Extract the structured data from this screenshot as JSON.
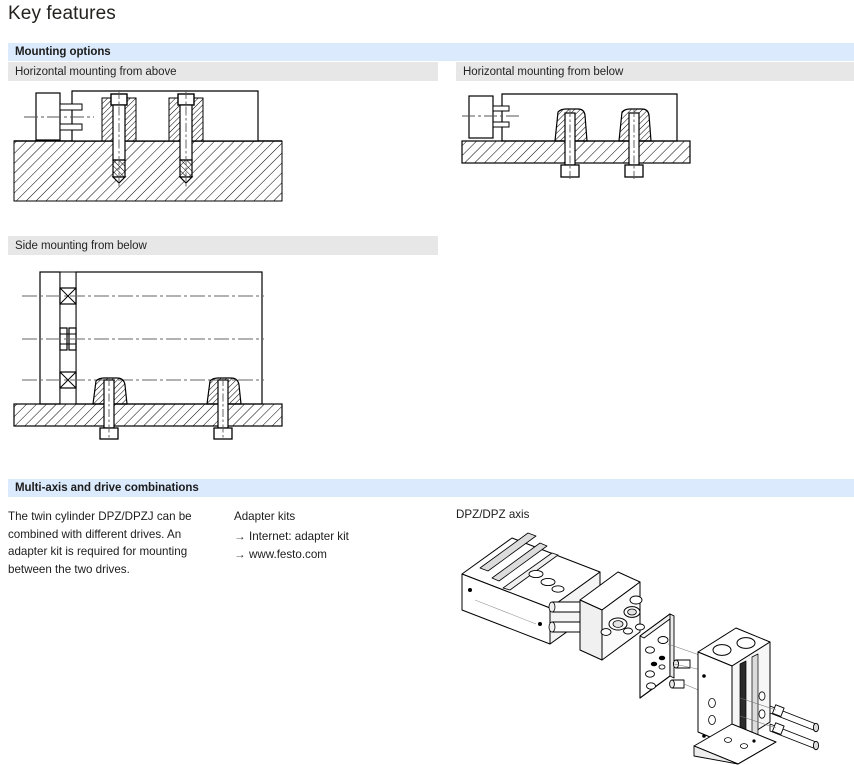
{
  "page": {
    "title": "Key features"
  },
  "sections": [
    {
      "id": "mounting-options",
      "title": "Mounting options",
      "captions": [
        {
          "id": "horizontal-above",
          "label": "Horizontal mounting from above"
        },
        {
          "id": "horizontal-below",
          "label": "Horizontal mounting from below"
        },
        {
          "id": "side-below",
          "label": "Side mounting from below"
        }
      ]
    },
    {
      "id": "multi-axis",
      "title": "Multi-axis and drive combinations",
      "description": "The twin cylinder DPZ/DPZJ can be combined with different drives. An adapter kit is required for mounting between the two drives.",
      "adapter_kits": {
        "heading": "Adapter kits",
        "arrow_glyph": "→",
        "items": [
          "Internet: adapter kit",
          "www.festo.com"
        ]
      },
      "axis_caption": "DPZ/DPZ axis"
    }
  ],
  "colors": {
    "section_bar": "#dbeafc",
    "sub_bar": "#e7e7e7",
    "line": "#000000",
    "text": "#1c1c1c",
    "fill_light": "#e8e8e8"
  }
}
